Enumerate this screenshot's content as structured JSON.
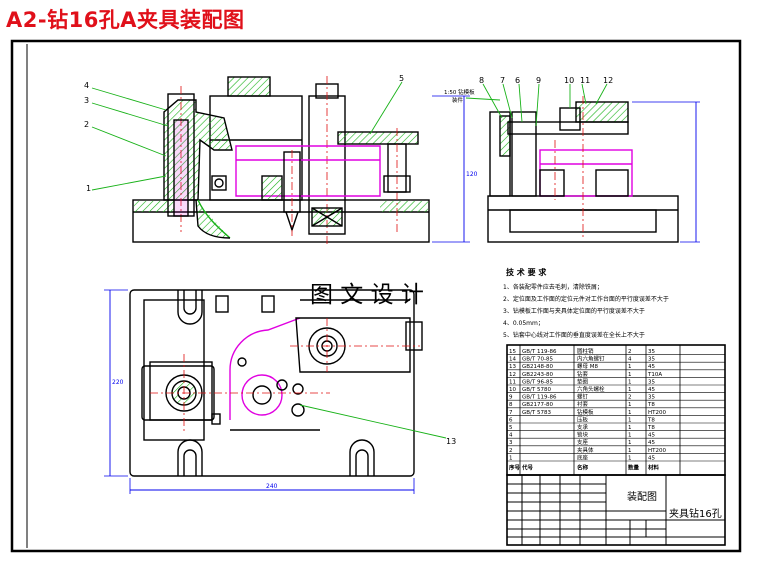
{
  "title": "A2-钻16孔A夹具装配图",
  "watermark": "图 文 设 计",
  "colors": {
    "title": "#e0101a",
    "outline": "#000000",
    "hatch": "#19b219",
    "part": "#e000e0",
    "callout": "#19b219",
    "dimension": "#0000ee",
    "center": "#e01010"
  },
  "callouts": {
    "front_view": [
      "4",
      "3",
      "2",
      "1",
      "5"
    ],
    "side_view": [
      "8",
      "7",
      "6",
      "9",
      "10",
      "11",
      "12"
    ],
    "top_view": [
      "13"
    ]
  },
  "side_note": [
    "1:50 钻模板",
    "装件"
  ],
  "dimensions": {
    "front_height": "120",
    "top_height": "220",
    "top_width": "240"
  },
  "tech_requirements": {
    "heading": "技 术 要 求",
    "items": [
      "1、各装配零件应去毛刺，清除铁屑；",
      "2、定位面及工作面的定位元件对工作台面的平行度误差不大于",
      "3、钻模板工作面与夹具体定位面的平行度误差不大于",
      "4、0.05mm；",
      "5、钻套中心线对工作面的垂直度误差在全长上不大于"
    ]
  },
  "parts_list": {
    "rows": [
      [
        "15",
        "GB/T 119-86",
        "圆柱销",
        "2",
        "35"
      ],
      [
        "14",
        "GB/T 70-85",
        "内六角螺钉",
        "4",
        "35"
      ],
      [
        "13",
        "GB2148-80",
        "螺母 M8",
        "1",
        "45"
      ],
      [
        "12",
        "GB2243-80",
        "钻套",
        "1",
        "T10A"
      ],
      [
        "11",
        "GB/T 96-85",
        "垫圈",
        "1",
        "35"
      ],
      [
        "10",
        "GB/T 5780",
        "六角头螺栓",
        "1",
        "45"
      ],
      [
        "9",
        "GB/T 119-86",
        "螺钉",
        "2",
        "35"
      ],
      [
        "8",
        "GB2177-80",
        "衬套",
        "1",
        "T8"
      ],
      [
        "7",
        "GB/T 5783",
        "钻模板",
        "1",
        "HT200"
      ],
      [
        "6",
        "",
        "压板",
        "1",
        "T8"
      ],
      [
        "5",
        "",
        "支承",
        "1",
        "T8"
      ],
      [
        "4",
        "",
        "锁块",
        "1",
        "45"
      ],
      [
        "3",
        "",
        "支座",
        "1",
        "45"
      ],
      [
        "2",
        "",
        "夹具体",
        "1",
        "HT200"
      ],
      [
        "1",
        "",
        "底座",
        "1",
        "45"
      ]
    ],
    "header": [
      "序号",
      "代号",
      "名称",
      "数量",
      "材料"
    ]
  },
  "title_block": {
    "drawing_type": "装配图",
    "drawing_name": "夹具钻16孔"
  }
}
